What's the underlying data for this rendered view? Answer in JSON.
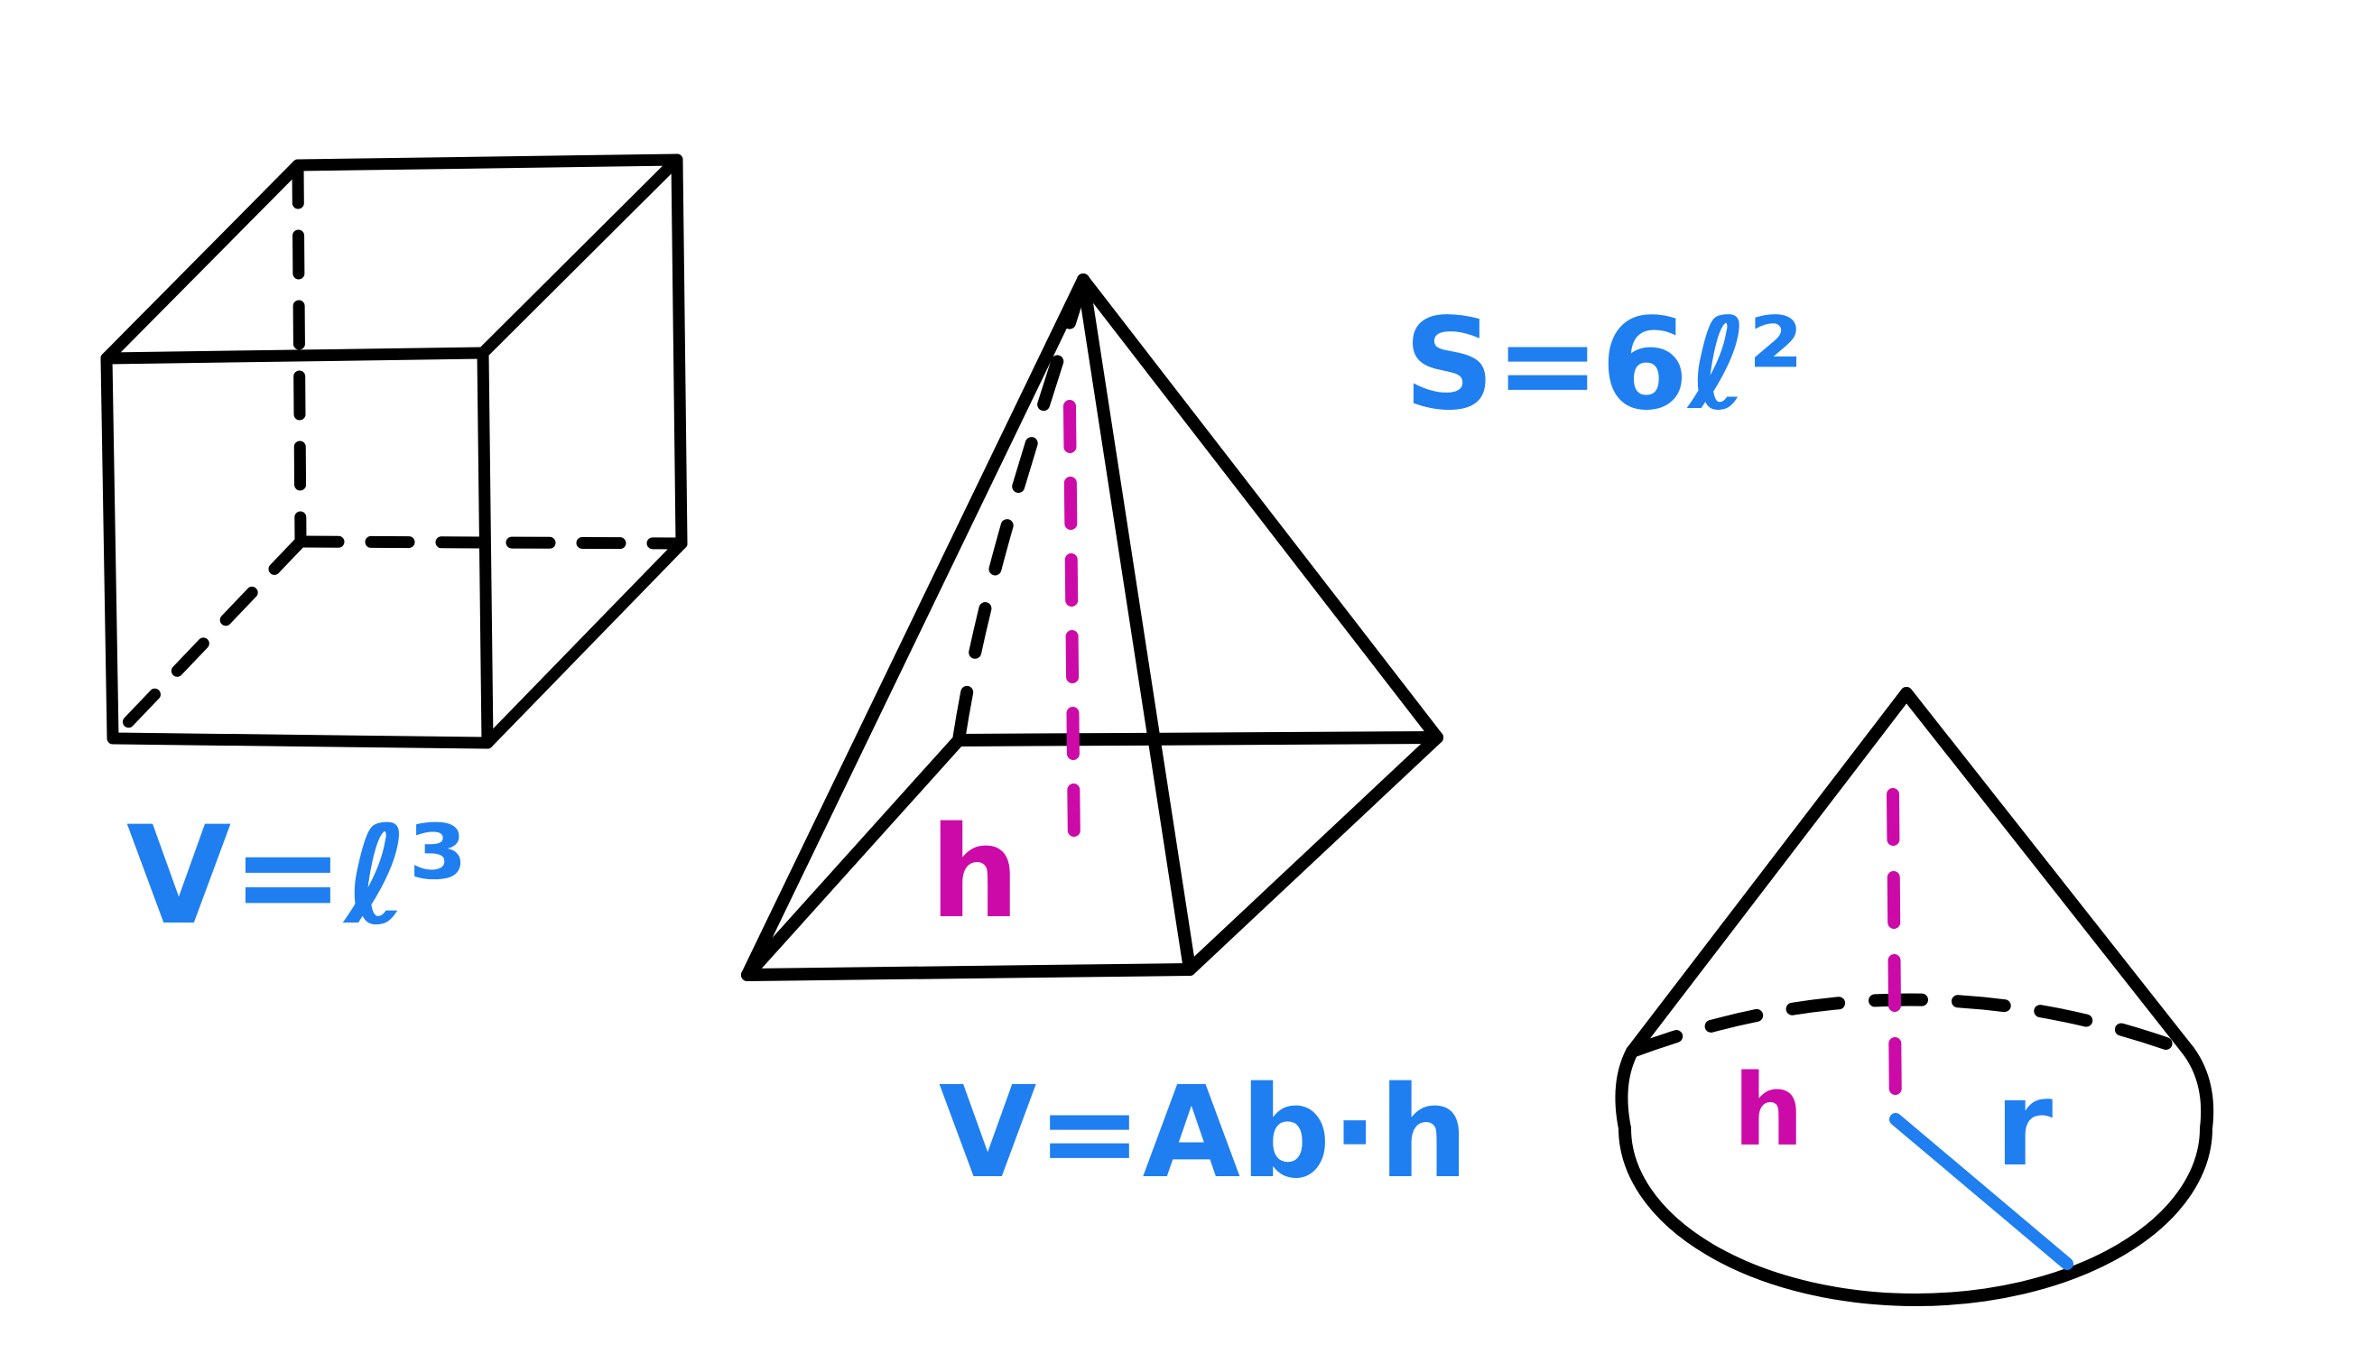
{
  "colors": {
    "ink": "#000000",
    "formula": "#1f7ff0",
    "height": "#cc0aa8",
    "background": "#ffffff"
  },
  "cube": {
    "volume_formula": "V=ℓ³"
  },
  "surface": {
    "formula": "S=6ℓ²"
  },
  "pyramid": {
    "height_label": "h",
    "volume_formula": "V=Ab·h"
  },
  "cone": {
    "height_label": "h",
    "radius_label": "r"
  }
}
